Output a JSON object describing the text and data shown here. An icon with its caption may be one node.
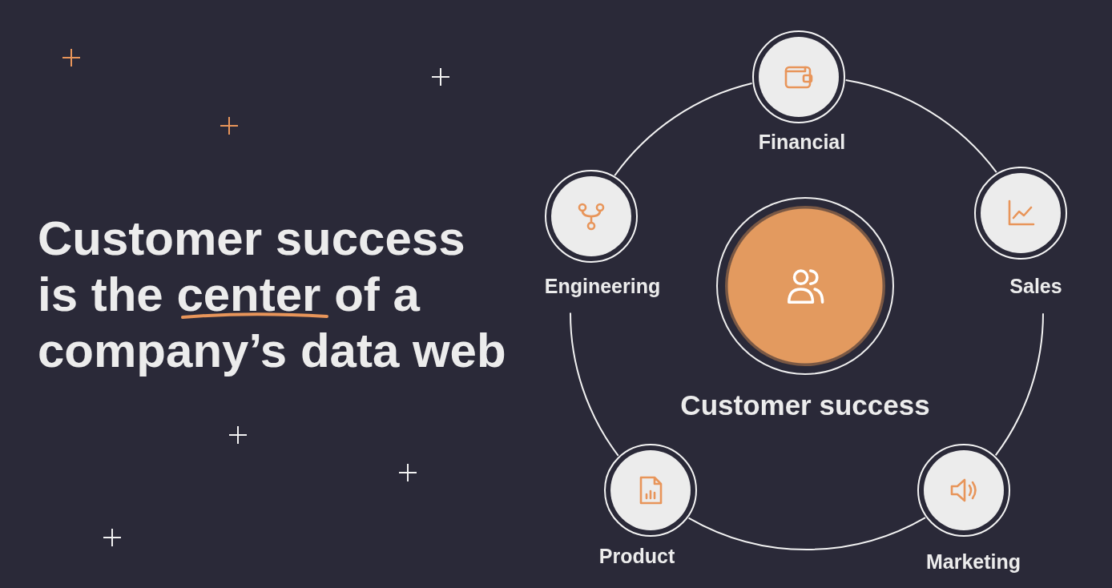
{
  "diagram": {
    "title": "Customer success is the center of a company’s data web",
    "nodes": [
      {
        "text": [
          "Financial"
        ]
      },
      {
        "text": [
          "Engineering"
        ]
      },
      {
        "text": [
          "Sales"
        ]
      },
      {
        "text": [
          "Customer success"
        ]
      },
      {
        "text": [
          "Product"
        ]
      },
      {
        "text": [
          "Marketing"
        ]
      }
    ],
    "edges": [
      {
        "from": 0,
        "to": 2,
        "arrow": "none"
      },
      {
        "from": 2,
        "to": 5,
        "arrow": "none"
      },
      {
        "from": 5,
        "to": 4,
        "arrow": "none"
      },
      {
        "from": 4,
        "to": 1,
        "arrow": "none"
      },
      {
        "from": 1,
        "to": 0,
        "arrow": "none"
      }
    ]
  }
}
